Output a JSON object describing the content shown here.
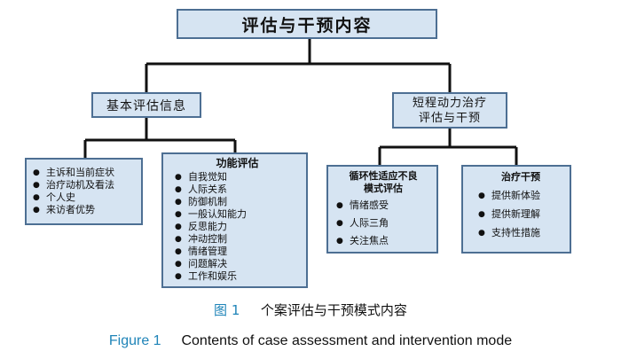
{
  "root": {
    "label": "评估与干预内容"
  },
  "branch_left": {
    "label": "基本评估信息"
  },
  "branch_right": {
    "lines": [
      "短程动力治疗",
      "评估与干预"
    ]
  },
  "basic_info": {
    "items": [
      "主诉和当前症状",
      "治疗动机及看法",
      "个人史",
      "来访者优势"
    ]
  },
  "function_eval": {
    "title": "功能评估",
    "items": [
      "自我觉知",
      "人际关系",
      "防御机制",
      "一般认知能力",
      "反思能力",
      "冲动控制",
      "情绪管理",
      "问题解决",
      "工作和娱乐"
    ]
  },
  "cycle_eval": {
    "title_lines": [
      "循环性适应不良",
      "模式评估"
    ],
    "items": [
      "情绪感受",
      "人际三角",
      "关注焦点"
    ]
  },
  "treatment": {
    "title": "治疗干预",
    "items": [
      "提供新体验",
      "提供新理解",
      "支持性措施"
    ]
  },
  "caption": {
    "cn_prefix": "图 1",
    "cn_text": "个案评估与干预模式内容",
    "en_prefix": "Figure 1",
    "en_text": "Contents of case assessment and intervention mode"
  },
  "colors": {
    "box_fill": "#d6e4f2",
    "box_border": "#4d6f93",
    "connector": "#111111",
    "caption": "#1f84b8"
  }
}
